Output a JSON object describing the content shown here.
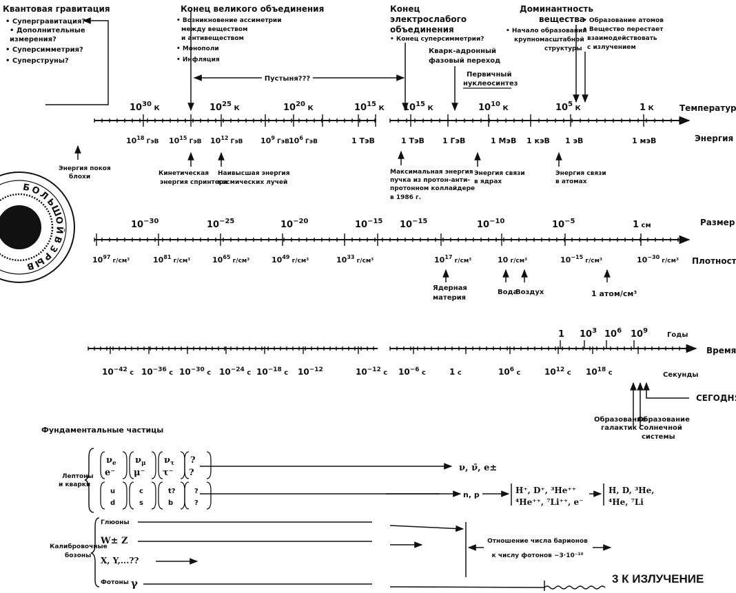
{
  "top": {
    "quantum": {
      "title": "Квантовая гравитация",
      "items": [
        "• Супергравитация?",
        "• Дополнительные",
        "измерения?",
        "• Суперсимметрия?",
        "• Суперструны?"
      ]
    },
    "gut": {
      "title": "Конец великого объединения",
      "items": [
        "• Возникновение ассиметрии",
        "между веществом",
        "и антивеществом",
        "• Монополи",
        "• Инфляция"
      ]
    },
    "desert": "Пустыня???",
    "electroweak": {
      "title_lines": [
        "Конец",
        "электрослабого",
        "объединения"
      ],
      "item": "• Конец суперсимметрии?"
    },
    "quark": [
      "Кварк-адронный",
      "фазовый переход"
    ],
    "nucleo": [
      "Первичный",
      "нуклеосинтез"
    ],
    "dominance": {
      "title_lines": [
        "Доминантность",
        "вещества"
      ],
      "items": [
        "• Начало образований",
        "крупномасштабной",
        "структуры"
      ]
    },
    "atoms": [
      "• Образование атомов",
      "• Вещество перестает",
      "взаимодействовать",
      "с излучением"
    ]
  },
  "temperature": {
    "label": "Температура",
    "ticks": [
      {
        "base": "10",
        "exp": "30",
        "unit": "К"
      },
      {
        "base": "10",
        "exp": "25",
        "unit": "К"
      },
      {
        "base": "10",
        "exp": "20",
        "unit": "К"
      },
      {
        "base": "10",
        "exp": "15",
        "unit": "К"
      },
      {
        "base": "10",
        "exp": "15",
        "unit": "К"
      },
      {
        "base": "10",
        "exp": "10",
        "unit": "К"
      },
      {
        "base": "10",
        "exp": "5",
        "unit": "К"
      },
      {
        "base": "1",
        "exp": "",
        "unit": "К"
      }
    ]
  },
  "energy": {
    "label": "Энергия",
    "ticks": [
      {
        "base": "10",
        "exp": "18",
        "unit": "ГэВ"
      },
      {
        "base": "10",
        "exp": "15",
        "unit": "ГэВ"
      },
      {
        "base": "10",
        "exp": "12",
        "unit": "ГэВ"
      },
      {
        "base": "10",
        "exp": "9",
        "unit": "ГэВ"
      },
      {
        "base": "10",
        "exp": "6",
        "unit": "ГэВ"
      },
      {
        "base": "1 ТэВ",
        "exp": "",
        "unit": ""
      },
      {
        "base": "1 ТэВ",
        "exp": "",
        "unit": ""
      },
      {
        "base": "1 ГэВ",
        "exp": "",
        "unit": ""
      },
      {
        "base": "1 МэВ",
        "exp": "",
        "unit": ""
      },
      {
        "base": "1 кэВ",
        "exp": "",
        "unit": ""
      },
      {
        "base": "1 эВ",
        "exp": "",
        "unit": ""
      },
      {
        "base": "1 мэВ",
        "exp": "",
        "unit": ""
      }
    ],
    "notes": {
      "flea": [
        "Энергия покоя",
        "блохи"
      ],
      "sprinter": [
        "Кинетическая",
        "энергия спринтера"
      ],
      "cosmic": [
        "Наивысшая энергия",
        "космических лучей"
      ],
      "collider": [
        "Максимальная энергия",
        "пучка из протон-анти-",
        "протонном коллайдере",
        "в 1986 г."
      ],
      "nuclear": [
        "Энергия связи",
        "в ядрах"
      ],
      "atomic": [
        "Энергия связи",
        "в атомах"
      ]
    }
  },
  "size": {
    "label": "Размер",
    "ticks": [
      {
        "base": "10",
        "exp": "−30",
        "unit": ""
      },
      {
        "base": "10",
        "exp": "−25",
        "unit": ""
      },
      {
        "base": "10",
        "exp": "−20",
        "unit": ""
      },
      {
        "base": "10",
        "exp": "−15",
        "unit": ""
      },
      {
        "base": "10",
        "exp": "−15",
        "unit": ""
      },
      {
        "base": "10",
        "exp": "−10",
        "unit": ""
      },
      {
        "base": "10",
        "exp": "−5",
        "unit": ""
      },
      {
        "base": "1",
        "exp": "",
        "unit": "см"
      }
    ]
  },
  "density": {
    "label": "Плотность",
    "ticks": [
      {
        "base": "10",
        "exp": "97",
        "unit": "г/см³"
      },
      {
        "base": "10",
        "exp": "81",
        "unit": "г/см³"
      },
      {
        "base": "10",
        "exp": "65",
        "unit": "г/см³"
      },
      {
        "base": "10",
        "exp": "49",
        "unit": "г/см³"
      },
      {
        "base": "10",
        "exp": "33",
        "unit": "г/см³"
      },
      {
        "base": "10",
        "exp": "17",
        "unit": "г/см³"
      },
      {
        "base": "10",
        "exp": "",
        "unit": "г/см³"
      },
      {
        "base": "10",
        "exp": "−15",
        "unit": "г/см³"
      },
      {
        "base": "10",
        "exp": "−30",
        "unit": "г/см³"
      }
    ],
    "notes": {
      "nuclear": [
        "Ядерная",
        "материя"
      ],
      "water": "Вода",
      "air": "Воздух",
      "atom": "1 атом/см³"
    }
  },
  "years": {
    "label": "Годы",
    "ticks": [
      {
        "base": "1",
        "exp": ""
      },
      {
        "base": "10",
        "exp": "3"
      },
      {
        "base": "10",
        "exp": "6"
      },
      {
        "base": "10",
        "exp": "9"
      }
    ]
  },
  "time": {
    "label": "Время",
    "seconds": "Секунды",
    "ticks": [
      {
        "base": "10",
        "exp": "−42",
        "unit": "с"
      },
      {
        "base": "10",
        "exp": "−36",
        "unit": "с"
      },
      {
        "base": "10",
        "exp": "−30",
        "unit": "с"
      },
      {
        "base": "10",
        "exp": "−24",
        "unit": "с"
      },
      {
        "base": "10",
        "exp": "−18",
        "unit": "с"
      },
      {
        "base": "10",
        "exp": "−12",
        "unit": ""
      },
      {
        "base": "10",
        "exp": "−12",
        "unit": "с"
      },
      {
        "base": "10",
        "exp": "−6",
        "unit": "с"
      },
      {
        "base": "1",
        "exp": "",
        "unit": "с"
      },
      {
        "base": "10",
        "exp": "6",
        "unit": "с"
      },
      {
        "base": "10",
        "exp": "12",
        "unit": "с"
      },
      {
        "base": "10",
        "exp": "18",
        "unit": "с"
      }
    ],
    "today": "СЕГОДНЯ",
    "galaxies": [
      "Образование",
      "галактик"
    ],
    "solar": [
      "Образование",
      "Солнечной",
      "системы"
    ]
  },
  "particles": {
    "title": "Фундаментальные частицы",
    "leptons_quarks": [
      "Лептоны",
      "и кварки"
    ],
    "lepton_cols": [
      [
        "ν",
        "e",
        "e⁻"
      ],
      [
        "ν",
        "μ",
        "μ⁻"
      ],
      [
        "ν",
        "τ",
        "τ⁻"
      ],
      [
        "?",
        "",
        "?"
      ]
    ],
    "quark_cols": [
      [
        "u",
        "d"
      ],
      [
        "c",
        "s"
      ],
      [
        "t?",
        "b"
      ],
      [
        "?",
        "?"
      ]
    ],
    "neutrinos": "ν, ν̄, e±",
    "np": "n, p",
    "nuclei1": [
      "H⁺, D⁺, ³He⁺⁺",
      "⁴He⁺⁺, ⁷Li⁺⁺, e⁻"
    ],
    "nuclei2": [
      "H, D, ³He,",
      "⁴He, ⁷Li"
    ],
    "gauge": [
      "Калибровочные",
      "бозоны"
    ],
    "gluons": "Глюоны",
    "wz": "W± Z",
    "xy": "X, Y,...??",
    "photons": "Фотоны",
    "gamma": "γ",
    "ratio": [
      "Отношение числа барионов",
      "к числу фотонов ~3·10⁻¹⁰"
    ],
    "cmb": "3 К ИЗЛУЧЕНИЕ"
  },
  "emblem": {
    "letters": [
      "Б",
      "О",
      "Л",
      "Ь",
      "Ш",
      "О",
      "Й",
      "В",
      "З",
      "Р",
      "Ы",
      "В"
    ]
  }
}
